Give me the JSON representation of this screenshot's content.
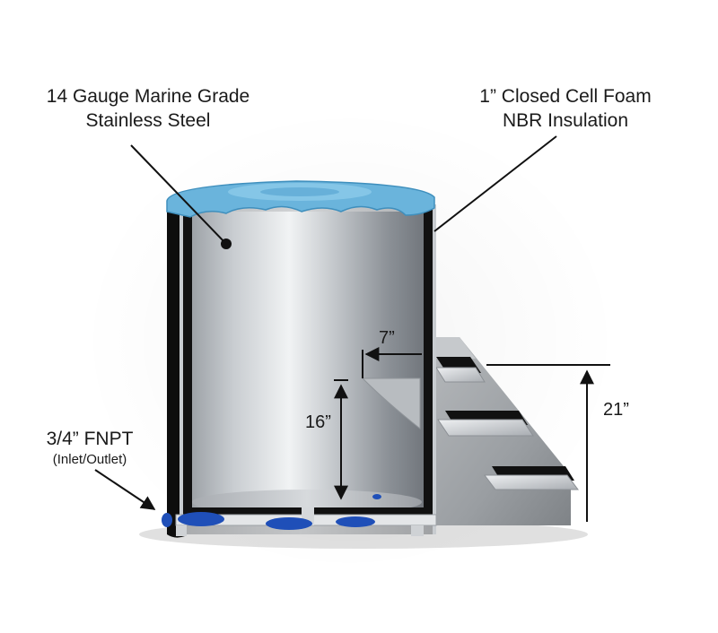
{
  "labels": {
    "steel": {
      "line1": "14 Gauge Marine Grade",
      "line2": "Stainless Steel"
    },
    "foam": {
      "line1": "1” Closed Cell Foam",
      "line2": "NBR Insulation"
    },
    "fnpt": {
      "line1": "3/4” FNPT",
      "line2": "(Inlet/Outlet)"
    }
  },
  "dimensions": {
    "width_offset": "7”",
    "step_height": "16”",
    "overall_height": "21”"
  },
  "colors": {
    "insulation_blue": "#6ab4dc",
    "steel_light": "#e6e9ec",
    "steel_dark": "#7d8288",
    "foam_black": "#111111",
    "fitting_blue": "#1f4fb8"
  }
}
